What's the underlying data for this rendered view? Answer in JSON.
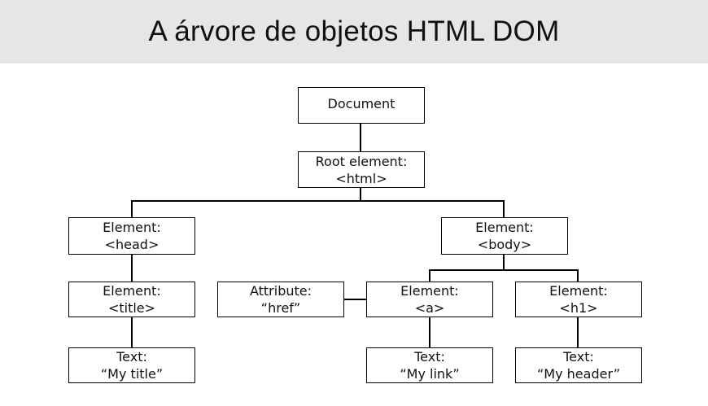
{
  "title": "A árvore de objetos HTML DOM",
  "nodes": {
    "document": {
      "line1": "Document"
    },
    "root": {
      "line1": "Root element:",
      "line2": "<html>"
    },
    "head": {
      "line1": "Element:",
      "line2": "<head>"
    },
    "body": {
      "line1": "Element:",
      "line2": "<body>"
    },
    "title": {
      "line1": "Element:",
      "line2": "<title>"
    },
    "attribute": {
      "line1": "Attribute:",
      "line2": "“href”"
    },
    "a": {
      "line1": "Element:",
      "line2": "<a>"
    },
    "h1": {
      "line1": "Element:",
      "line2": "<h1>"
    },
    "text_title": {
      "line1": "Text:",
      "line2": "“My title”"
    },
    "text_link": {
      "line1": "Text:",
      "line2": "“My link”"
    },
    "text_header": {
      "line1": "Text:",
      "line2": "“My header”"
    }
  },
  "colors": {
    "title_bar": "#e6e6e6",
    "lines": "#000000",
    "node_border": "#000000"
  }
}
